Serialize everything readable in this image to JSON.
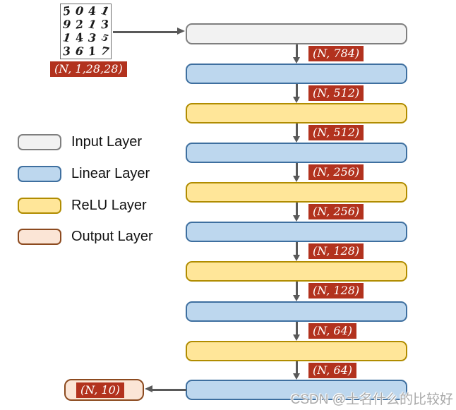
{
  "input_image": {
    "digits": [
      "5",
      "0",
      "4",
      "1",
      "9",
      "2",
      "1",
      "3",
      "1",
      "4",
      "3",
      "5",
      "3",
      "6",
      "1",
      "7"
    ],
    "shape_label": "(N, 1,28,28)"
  },
  "stack": {
    "layers": [
      {
        "type": "input"
      },
      {
        "type": "linear"
      },
      {
        "type": "relu"
      },
      {
        "type": "linear"
      },
      {
        "type": "relu"
      },
      {
        "type": "linear"
      },
      {
        "type": "relu"
      },
      {
        "type": "linear"
      },
      {
        "type": "relu"
      },
      {
        "type": "linear"
      }
    ],
    "connectors": [
      {
        "label": "(N, 784)"
      },
      {
        "label": "(N, 512)"
      },
      {
        "label": "(N, 512)"
      },
      {
        "label": "(N, 256)"
      },
      {
        "label": "(N, 256)"
      },
      {
        "label": "(N, 128)"
      },
      {
        "label": "(N, 128)"
      },
      {
        "label": "(N, 64)"
      },
      {
        "label": "(N, 64)"
      }
    ]
  },
  "output": {
    "shape_label": "(N, 10)"
  },
  "legend": {
    "items": [
      {
        "label": "Input Layer",
        "fill": "#f2f2f2",
        "border": "#7f7f7f"
      },
      {
        "label": "Linear Layer",
        "fill": "#bdd7ee",
        "border": "#3e6f9f"
      },
      {
        "label": "ReLU Layer",
        "fill": "#ffe699",
        "border": "#b08c00"
      },
      {
        "label": "Output Layer",
        "fill": "#fbe5d6",
        "border": "#8c4a1f"
      }
    ]
  },
  "watermark": {
    "text": "CSDN @土名什么的比较好"
  },
  "colors": {
    "badge_background": "#b2321e",
    "badge_text": "#ffffff",
    "arrow": "#595959"
  }
}
